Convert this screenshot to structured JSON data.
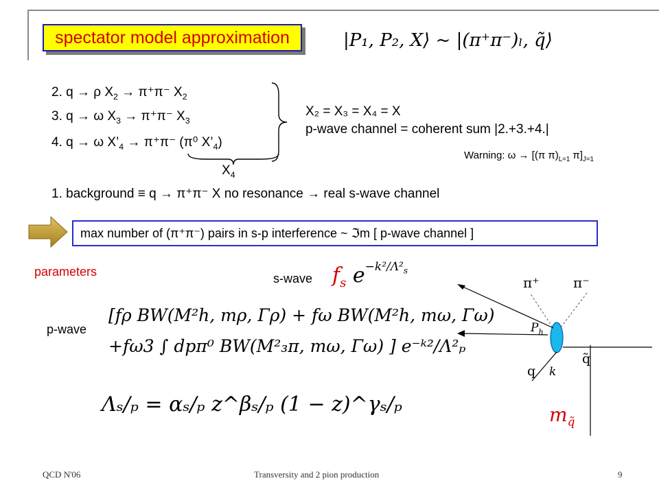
{
  "slide": {
    "title": "spectator model approximation",
    "state_eq": "|P₁, P₂, X⟩ ~ |(π⁺π⁻)ₗ, q̃⟩",
    "channels": [
      {
        "num": "2.",
        "text": "q → ρ X",
        "sub1": "2",
        "mid": " → π⁺π⁻ X",
        "sub2": "2"
      },
      {
        "num": "3.",
        "text": "q → ω X",
        "sub1": "3",
        "mid": " → π⁺π⁻ X",
        "sub2": "3"
      },
      {
        "num": "4.",
        "text": "q → ω X’",
        "sub1": "4",
        "mid": " → π⁺π⁻ (π⁰ X’",
        "sub2": "4",
        "end": ")"
      }
    ],
    "x4_label": "X",
    "x4_sub": "4",
    "eq_x": "X₂ = X₃ = X₄ = X",
    "pwave_sum": "p-wave channel = coherent sum  |2.+3.+4.|",
    "warning": "Warning:  ω → [(π π)",
    "warning_sub": "L=1",
    "warning_mid": " π]",
    "warning_sub2": "J=1",
    "background_line": "1. background  ≡  q → π⁺π⁻ X     no resonance → real s-wave channel",
    "banner": "max number of (π⁺π⁻) pairs in s-p interference ~ ℑm [ p-wave channel ]",
    "parameters": "parameters",
    "swave_label": "s-wave",
    "pwave_label": "p-wave",
    "swave_formula": "f",
    "swave_formula_sub": "s",
    "swave_exp": "e",
    "swave_exp_sup": "−k²/Λ²",
    "swave_exp_sup_sub": "s",
    "pwave_line1": "[fρ BW(M²h, mρ, Γρ) + fω BW(M²h, mω, Γω)",
    "pwave_line2": "+fω3 ∫ dpπ⁰ BW(M²₃π, mω, Γω) ] e⁻ᵏ²/Λ²ₚ",
    "lambda_formula": "Λₛ/ₚ = αₛ/ₚ z^βₛ/ₚ (1 − z)^γₛ/ₚ",
    "diagram": {
      "pi_plus": "π⁺",
      "pi_minus": "π⁻",
      "ph": "P",
      "ph_sub": "h",
      "q": "q",
      "k": "k",
      "qtilde": "q̃",
      "m_qtilde": "m",
      "m_qtilde_sub": "q̃"
    }
  },
  "footer": {
    "left": "QCD N'06",
    "center": "Transversity and 2 pion production",
    "page": "9"
  }
}
